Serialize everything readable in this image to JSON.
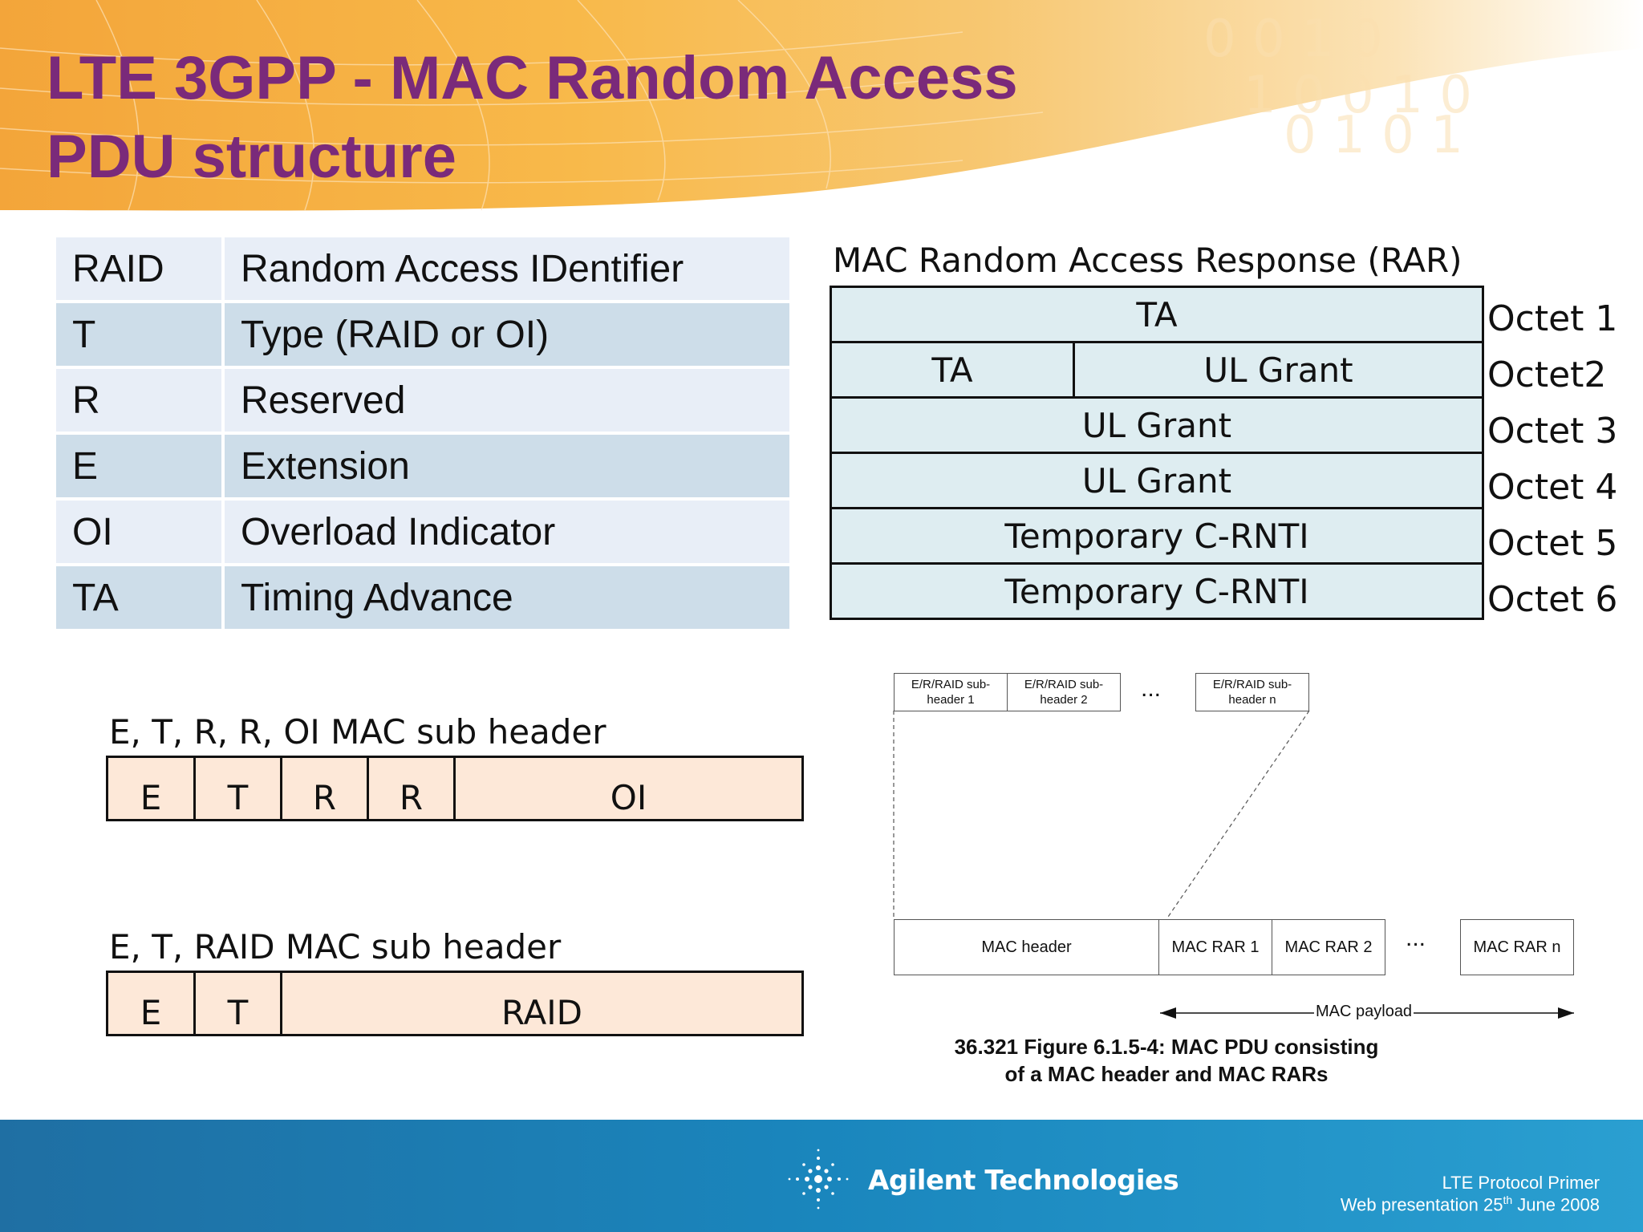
{
  "slide": {
    "title_line_1": "LTE 3GPP - MAC Random Access",
    "title_line_2": "PDU structure",
    "accent_color": "#7a2a7a",
    "banner_colors": [
      "#f7a623",
      "#f8c25a",
      "#ffffff"
    ]
  },
  "abbreviations": [
    {
      "abbr": "RAID",
      "meaning": "Random Access IDentifier"
    },
    {
      "abbr": "T",
      "meaning": "Type (RAID or OI)"
    },
    {
      "abbr": "R",
      "meaning": "Reserved"
    },
    {
      "abbr": "E",
      "meaning": "Extension"
    },
    {
      "abbr": "OI",
      "meaning": "Overload Indicator"
    },
    {
      "abbr": "TA",
      "meaning": "Timing Advance"
    }
  ],
  "rar": {
    "title": "MAC Random Access Response (RAR)",
    "row1": "TA",
    "row2_left": "TA",
    "row2_right": "UL Grant",
    "row3": "UL Grant",
    "row4": "UL Grant",
    "row5": "Temporary C-RNTI",
    "row6": "Temporary C-RNTI",
    "octets": [
      "Octet 1",
      "Octet2",
      "Octet 3",
      "Octet 4",
      "Octet 5",
      "Octet 6"
    ]
  },
  "sub_header_oi": {
    "title": "E, T, R, R, OI MAC sub header",
    "fields": [
      "E",
      "T",
      "R",
      "R",
      "OI"
    ]
  },
  "sub_header_raid": {
    "title": "E, T, RAID MAC sub header",
    "fields": [
      "E",
      "T",
      "RAID"
    ]
  },
  "figure": {
    "subheader_1": "E/R/RAID sub-header 1",
    "subheader_2": "E/R/RAID sub-header 2",
    "subheader_n": "E/R/RAID sub-header n",
    "ellipsis": "...",
    "mac_header": "MAC header",
    "mac_rar_1": "MAC RAR 1",
    "mac_rar_2": "MAC RAR 2",
    "mac_rar_n": "MAC RAR n",
    "payload_label": "MAC payload",
    "caption_line_1": "36.321 Figure 6.1.5-4: MAC PDU consisting",
    "caption_line_2": "of a MAC header and MAC RARs"
  },
  "footer": {
    "brand": "Agilent Technologies",
    "line_1": "LTE Protocol Primer",
    "line_2_prefix": "Web presentation 25",
    "line_2_sup": "th",
    "line_2_suffix": " June 2008",
    "logo_icon": "agilent-spark-icon"
  }
}
